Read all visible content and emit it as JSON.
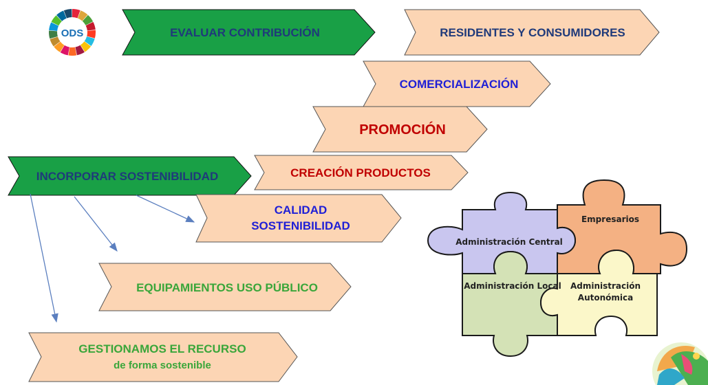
{
  "logo": {
    "label": "ODS",
    "segment_colors": [
      "#e5243b",
      "#dda63a",
      "#4c9f38",
      "#c5192d",
      "#ff3a21",
      "#26bde2",
      "#fcc30b",
      "#a21942",
      "#fd6925",
      "#dd1367",
      "#fd9d24",
      "#bf8b2e",
      "#3f7e44",
      "#0a97d9",
      "#56c02b",
      "#00689d",
      "#19486a"
    ]
  },
  "green_arrows": {
    "evaluar": "EVALUAR CONTRIBUCIÓN",
    "incorporar": "INCORPORAR SOSTENIBILIDAD"
  },
  "steps": {
    "residentes": "RESIDENTES Y CONSUMIDORES",
    "comercializacion": "COMERCIALIZACIÓN",
    "promocion": "PROMOCIÓN",
    "creacion": "CREACIÓN PRODUCTOS",
    "calidad_line1": "CALIDAD",
    "calidad_line2": "SOSTENIBILIDAD",
    "equipamientos": "EQUIPAMIENTOS USO PÚBLICO",
    "gestionamos_line1": "GESTIONAMOS EL RECURSO",
    "gestionamos_line2": "de forma sostenible"
  },
  "puzzle": {
    "central": "Administración Central",
    "empresarios": "Empresarios",
    "local": "Administración Local",
    "autonomica_line1": "Administración",
    "autonomica_line2": "Autonómica"
  },
  "colors": {
    "arrow_fill": "#fcd5b4",
    "green": "#19a046",
    "blue_text": "#1f1fd6",
    "red_text": "#c00000",
    "green_text": "#3aa63a",
    "navy_text": "#1f3a7a",
    "connector": "#5b7fbf",
    "piece_central": "#c9c6ef",
    "piece_empresarios": "#f4b183",
    "piece_local": "#d4e2b6",
    "piece_autonomica": "#fbf7c9"
  }
}
